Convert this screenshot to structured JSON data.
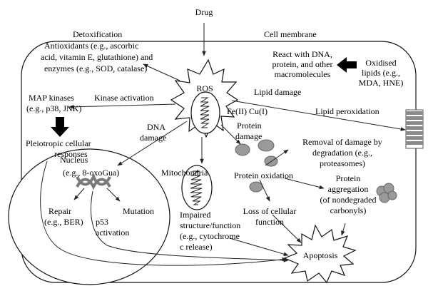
{
  "labels": {
    "drug": "Drug",
    "cell_membrane": "Cell membrane",
    "detox": [
      "Detoxification",
      "Antioxidants (e.g., ascorbic",
      "acid, vitamin E, glutathione) and",
      "enzymes (e.g., SOD, catalase)"
    ],
    "react_dna": [
      "React with DNA,",
      "protein, and other",
      "macromolecules"
    ],
    "oxidised_lipids": [
      "Oxidised",
      "lipids (e.g.,",
      "MDA, HNE)"
    ],
    "ros": "ROS",
    "lipid_damage": "Lipid damage",
    "kinase_activation": "Kinase activation",
    "map_kinases": [
      "MAP kinases",
      "(e.g., p38, JNK)"
    ],
    "metals": "Fe(II) Cu(I)",
    "lipid_peroxidation": "Lipid peroxidation",
    "protein_damage": [
      "Protein",
      "damage"
    ],
    "dna_damage": [
      "DNA",
      "damage"
    ],
    "pleiotropic": [
      "Pleiotropic cellular",
      "responses"
    ],
    "removal": [
      "Removal of damage by",
      "degradation (e.g.,",
      "proteasomes)"
    ],
    "nucleus": "Nucleus",
    "oxoGua": "(e.g., 8-oxoGua)",
    "mitochondria": "Mitochondria",
    "protein_oxidation": "Protein oxidation",
    "protein_aggregation": [
      "Protein",
      "aggregation",
      "(of nondegraded",
      "carbonyls)"
    ],
    "repair": [
      "Repair",
      "(e.g., BER)"
    ],
    "mutation": "Mutation",
    "p53": [
      "p53",
      "activation"
    ],
    "impaired": [
      "Impaired",
      "structure/function",
      "(e.g., cytochrome",
      "c release)"
    ],
    "loss_function": [
      "Loss of cellular",
      "function"
    ],
    "apoptosis": "Apoptosis"
  },
  "colors": {
    "line": "#222222",
    "membrane_channel": "#8a8a8a",
    "protein_blob": "#9a9a9a",
    "dna_helix": "#7a7a7a"
  }
}
